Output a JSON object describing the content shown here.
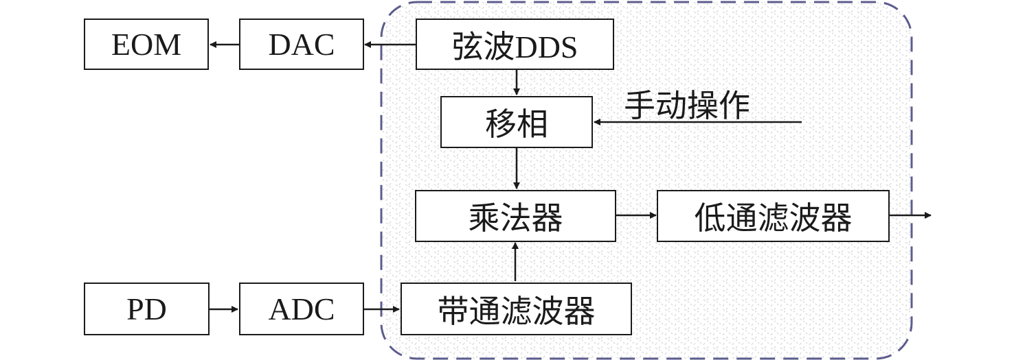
{
  "blocks": {
    "eom": "EOM",
    "dac": "DAC",
    "sine_dds": "弦波DDS",
    "phase_shift": "移相",
    "multiplier": "乘法器",
    "low_pass_filter": "低通滤波器",
    "pd": "PD",
    "adc": "ADC",
    "band_pass_filter": "带通滤波器"
  },
  "manual_operation_label": "手动操作",
  "colors": {
    "region_border": "#5c5c8e",
    "box_border": "#1a1a1a",
    "arrow": "#1a1a1a"
  }
}
